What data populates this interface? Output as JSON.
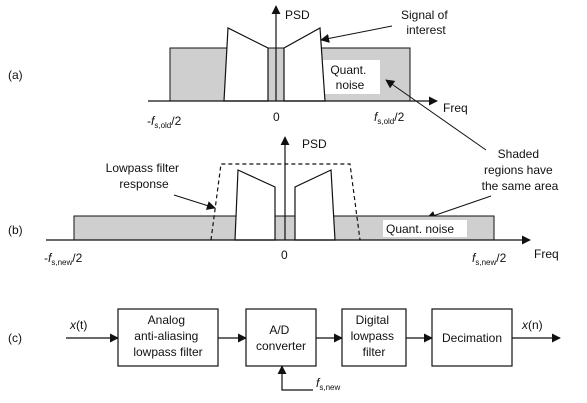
{
  "colors": {
    "shade": "#cfcfcf",
    "ink": "#111111",
    "background": "#ffffff"
  },
  "panel_a": {
    "label": "(a)",
    "psd": "PSD",
    "signal_callout": [
      "Signal of",
      "interest"
    ],
    "noise_label": [
      "Quant.",
      "noise"
    ],
    "zero": "0",
    "freq": "Freq",
    "neg_edge": {
      "prefix": "-",
      "f": "f",
      "sub": "s,old",
      "suffix": "/2"
    },
    "pos_edge": {
      "f": "f",
      "sub": "s,old",
      "suffix": "/2"
    }
  },
  "shaded_note": [
    "Shaded",
    "regions have",
    "the same area"
  ],
  "panel_b": {
    "label": "(b)",
    "psd": "PSD",
    "filter_callout": [
      "Lowpass filter",
      "response"
    ],
    "noise_label": "Quant. noise",
    "zero": "0",
    "freq": "Freq",
    "neg_edge": {
      "prefix": "-",
      "f": "f",
      "sub": "s,new",
      "suffix": "/2"
    },
    "pos_edge": {
      "f": "f",
      "sub": "s,new",
      "suffix": "/2"
    }
  },
  "panel_c": {
    "label": "(c)",
    "input": {
      "name": "x",
      "arg": "(t)"
    },
    "output": {
      "name": "x",
      "arg": "(n)"
    },
    "blocks": [
      [
        "Analog",
        "anti-aliasing",
        "lowpass filter"
      ],
      [
        "A/D",
        "converter"
      ],
      [
        "Digital",
        "lowpass",
        "filter"
      ],
      [
        "Decimation"
      ]
    ],
    "clock": {
      "f": "f",
      "sub": "s,new"
    }
  }
}
